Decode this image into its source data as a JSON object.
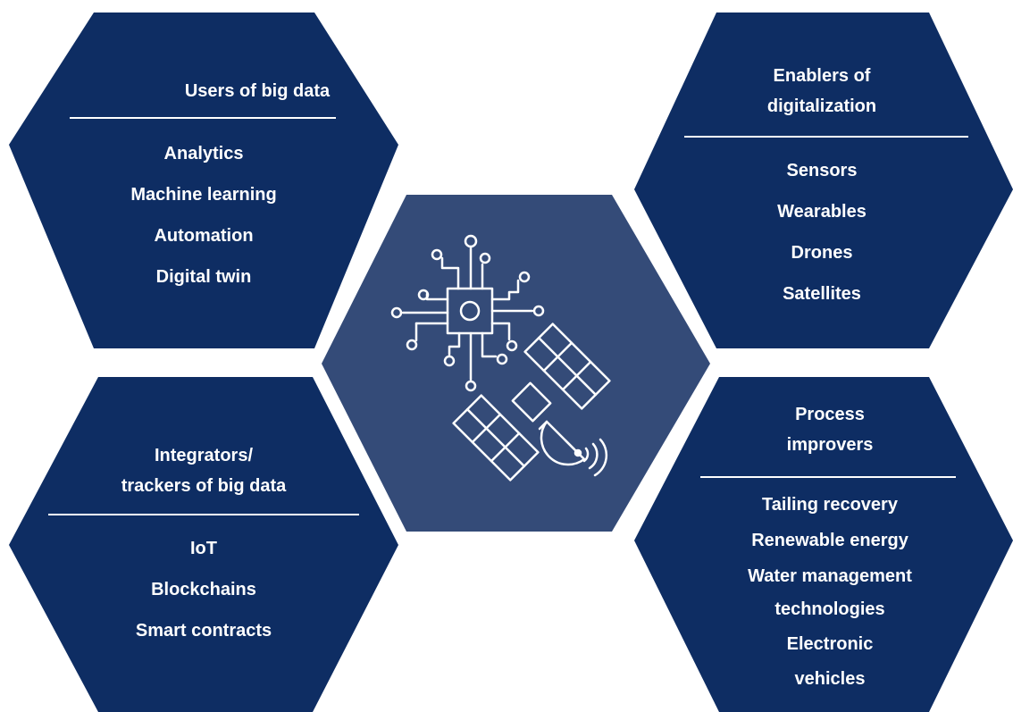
{
  "colors": {
    "panel_fill": "#0e2d63",
    "center_fill": "#344b78",
    "text": "#ffffff",
    "background": "#ffffff"
  },
  "panels": {
    "users": {
      "title": "Users of big data",
      "items": [
        "Analytics",
        "Machine learning",
        "Automation",
        "Digital twin"
      ]
    },
    "enablers": {
      "title_line1": "Enablers of",
      "title_line2": "digitalization",
      "items": [
        "Sensors",
        "Wearables",
        "Drones",
        "Satellites"
      ]
    },
    "integrators": {
      "title_line1": "Integrators/",
      "title_line2": "trackers of big data",
      "items": [
        "IoT",
        "Blockchains",
        "Smart contracts"
      ]
    },
    "process": {
      "title_line1": "Process",
      "title_line2": "improvers",
      "items": [
        "Tailing recovery",
        "Renewable energy",
        "Water management",
        "technologies",
        "Electronic",
        "vehicles"
      ]
    }
  },
  "center": {
    "icons": [
      "circuit-chip-icon",
      "satellite-icon"
    ]
  }
}
